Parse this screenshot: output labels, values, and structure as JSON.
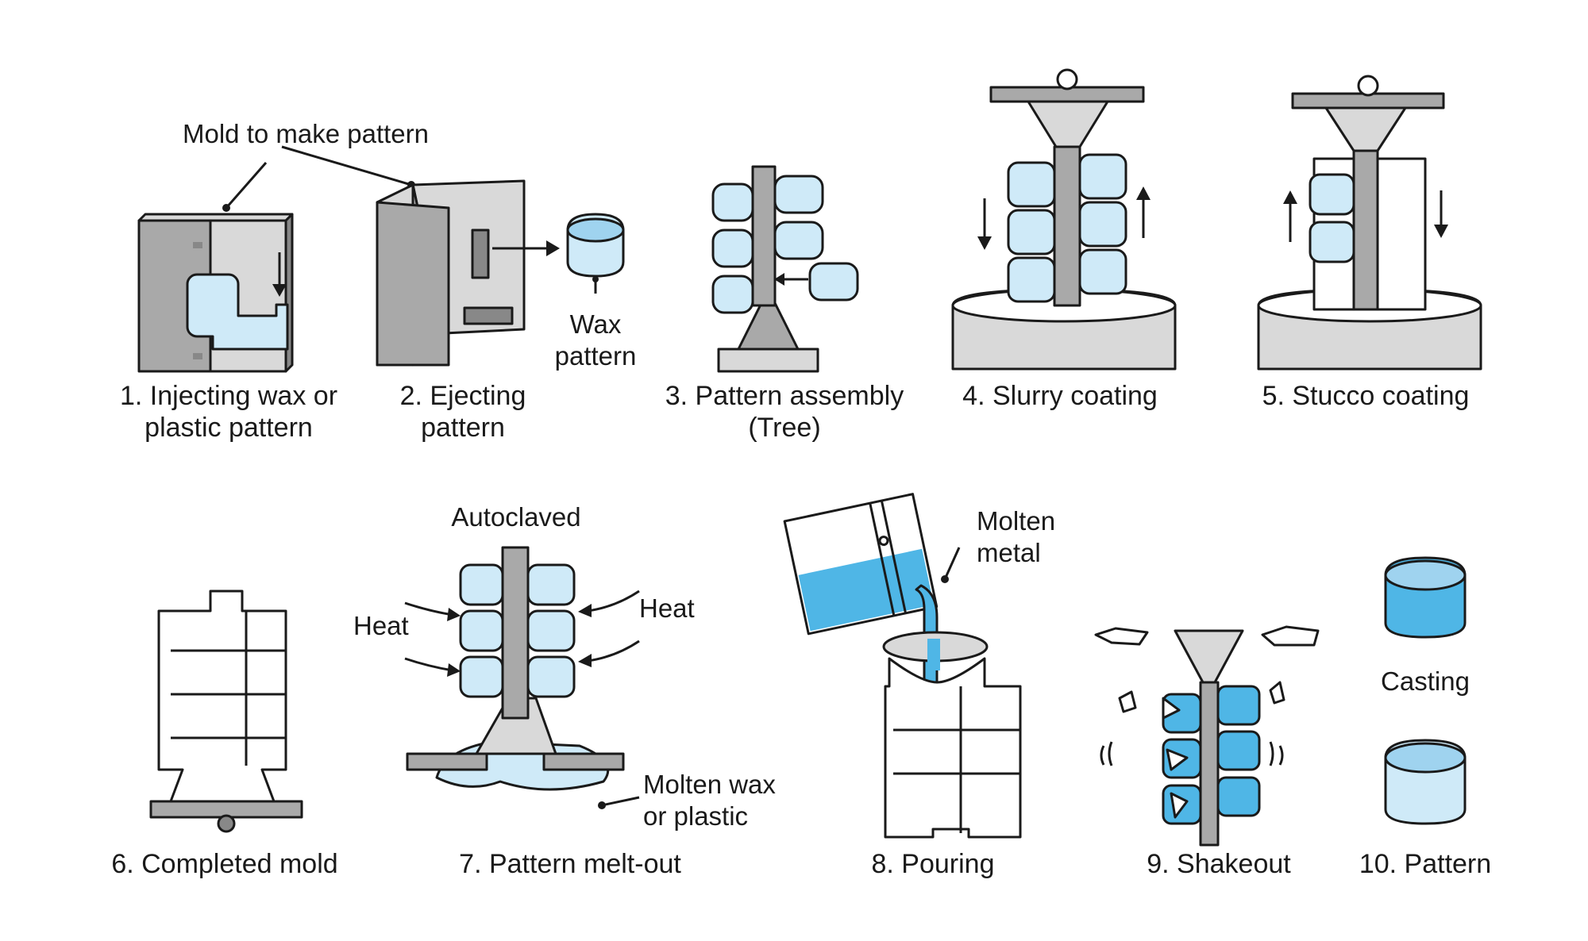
{
  "labels": {
    "mold_to_make_pattern": "Mold to make pattern",
    "wax_pattern": [
      "Wax",
      "pattern"
    ],
    "autoclaved": "Autoclaved",
    "heat_left": "Heat",
    "heat_right": "Heat",
    "molten_metal": [
      "Molten",
      "metal"
    ],
    "molten_wax": [
      "Molten wax",
      "or plastic"
    ],
    "casting": "Casting"
  },
  "steps": [
    {
      "lines": [
        "1. Injecting wax or",
        "plastic pattern"
      ]
    },
    {
      "lines": [
        "2. Ejecting",
        "pattern"
      ]
    },
    {
      "lines": [
        "3. Pattern assembly",
        "(Tree)"
      ]
    },
    {
      "lines": [
        "4. Slurry coating"
      ]
    },
    {
      "lines": [
        "5. Stucco coating"
      ]
    },
    {
      "lines": [
        "6. Completed mold"
      ]
    },
    {
      "lines": [
        "7. Pattern melt-out"
      ]
    },
    {
      "lines": [
        "8. Pouring"
      ]
    },
    {
      "lines": [
        "9. Shakeout"
      ]
    },
    {
      "lines": [
        "10. Pattern"
      ]
    }
  ],
  "colors": {
    "outline": "#1a1a1a",
    "gray_light": "#d9d9d9",
    "gray_mid": "#a9a9a9",
    "wax_blue_light": "#cfeaf8",
    "metal_blue": "#4fb6e6"
  }
}
